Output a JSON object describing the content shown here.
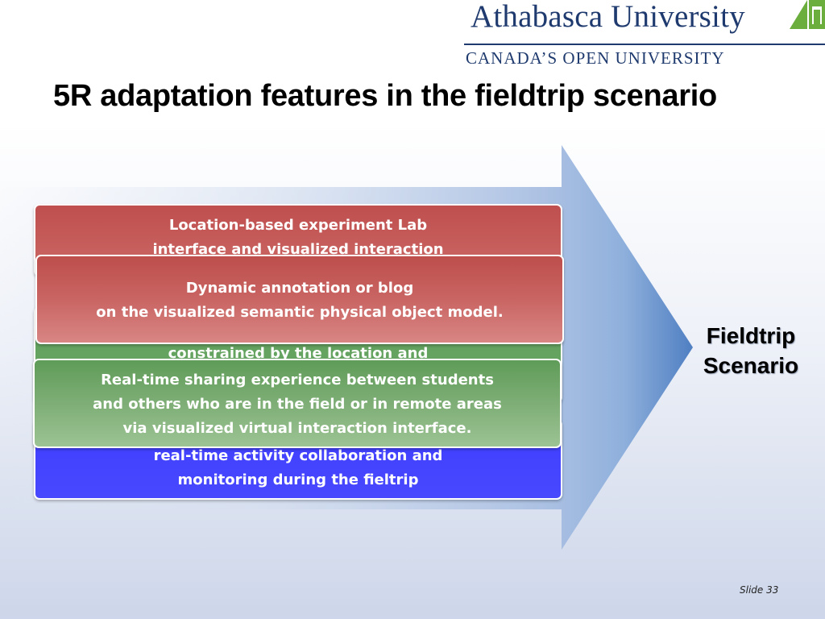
{
  "logo": {
    "name": "Athabasca University",
    "tagline": "CANADA’S OPEN UNIVERSITY",
    "colors": {
      "navy": "#1f3a6e",
      "green": "#6cae3e"
    }
  },
  "title": "5R adaptation features in the fieldtrip scenario",
  "features": {
    "location": {
      "lines": [
        "Location-based experiment Lab",
        "interface and visualized interaction"
      ],
      "color": "#c05252"
    },
    "green_background": {
      "lines": [
        "constrained by the location and"
      ],
      "color": "#64a460"
    },
    "blue_background": {
      "lines": [
        "real-time activity collaboration and",
        "monitoring during the fieltrip"
      ],
      "color": "#4444ff"
    },
    "annotation": {
      "lines": [
        "Dynamic annotation or blog",
        "on the visualized semantic physical object model."
      ],
      "color": "#c65c5a"
    },
    "realtime": {
      "lines": [
        "Real-time sharing experience between students",
        "and others who are in the field or in remote areas",
        "via visualized virtual interaction interface."
      ],
      "color": "#7eae76"
    }
  },
  "scenario": {
    "lines": [
      "Fieldtrip",
      "Scenario"
    ]
  },
  "slide_number": "Slide 33",
  "arrow_color": "#5b86c4"
}
